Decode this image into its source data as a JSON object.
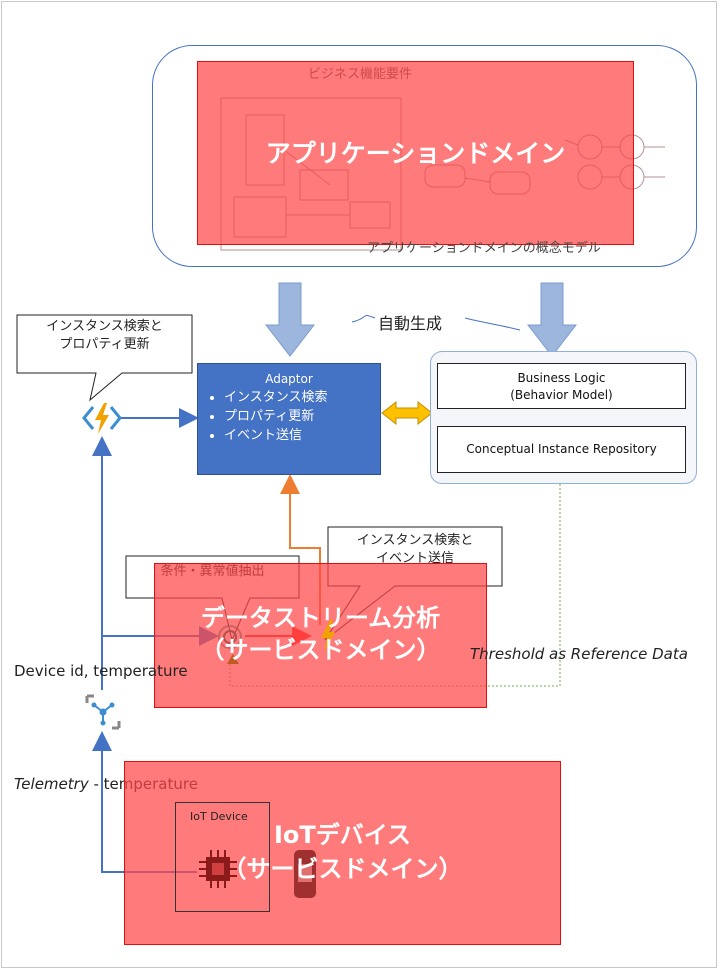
{
  "application_domain": {
    "business_requirements": "ビジネス機能要件",
    "title": "アプリケーションドメイン",
    "conceptual_model_caption": "アプリケーションドメインの概念モデル"
  },
  "auto_generate": "自動生成",
  "callouts": {
    "left": [
      "インスタンス検索と",
      "プロパティ更新"
    ],
    "stream": [
      "インスタンス検索と",
      "イベント送信"
    ],
    "condition": "条件・異常値抽出"
  },
  "adaptor": {
    "title": "Adaptor",
    "items": [
      "インスタンス検索",
      "プロパティ更新",
      "イベント送信"
    ]
  },
  "business_logic": {
    "line1": "Business Logic",
    "line2": "(Behavior Model)",
    "repository": "Conceptual Instance Repository"
  },
  "stream_domain": {
    "line1": "データストリーム分析",
    "line2": "（サービスドメイン）"
  },
  "threshold_label": "Threshold as Reference Data",
  "device_label": "Device id, temperature",
  "telemetry": {
    "italic": "Telemetry",
    "rest": " - temperature"
  },
  "iot_domain": {
    "line1": "IoTデバイス",
    "line2": "（サービスドメイン）",
    "device_box": "IoT Device"
  },
  "icons": [
    "azure-function-icon",
    "iot-hub-icon",
    "stream-analytics-icon",
    "chip-icon",
    "sensor-icon"
  ]
}
